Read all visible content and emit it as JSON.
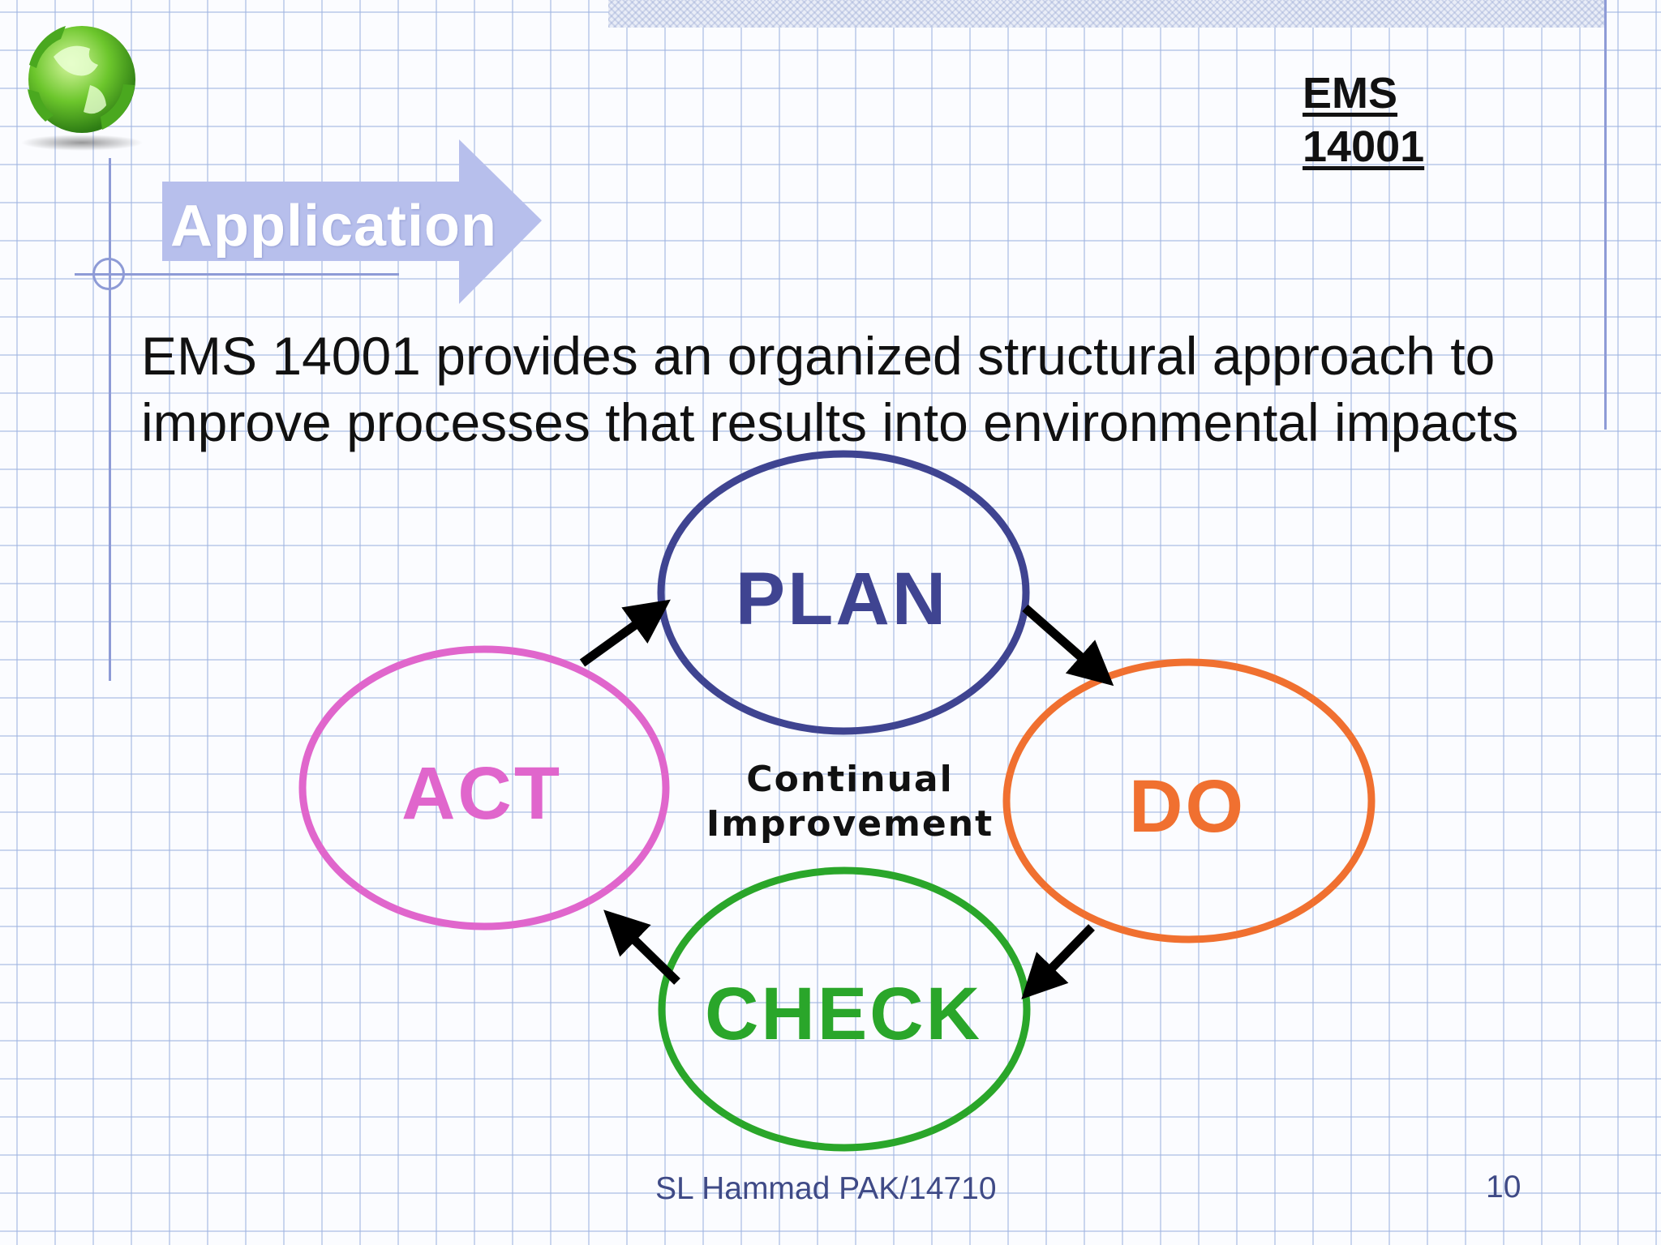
{
  "slide": {
    "banner_label": "Application",
    "heading": {
      "line1": "EMS",
      "line2": "14001"
    },
    "body_line1": "EMS 14001 provides an organized structural approach to",
    "body_line2": "improve processes that results into environmental impacts",
    "footer_author": "SL Hammad PAK/14710",
    "page_number": "10"
  },
  "cycle": {
    "center_line1": "Continual",
    "center_line2": "Improvement",
    "stages": [
      {
        "label": "PLAN",
        "color": "#3f4491"
      },
      {
        "label": "DO",
        "color": "#f07030"
      },
      {
        "label": "CHECK",
        "color": "#2aa62a"
      },
      {
        "label": "ACT",
        "color": "#e066cc"
      }
    ]
  },
  "colors": {
    "grid": "#a0b4e1",
    "accent_line": "#8e9bd6",
    "banner": "#b7bfec",
    "text": "#111111"
  },
  "icons": {
    "logo": "globe-recycle-icon"
  }
}
